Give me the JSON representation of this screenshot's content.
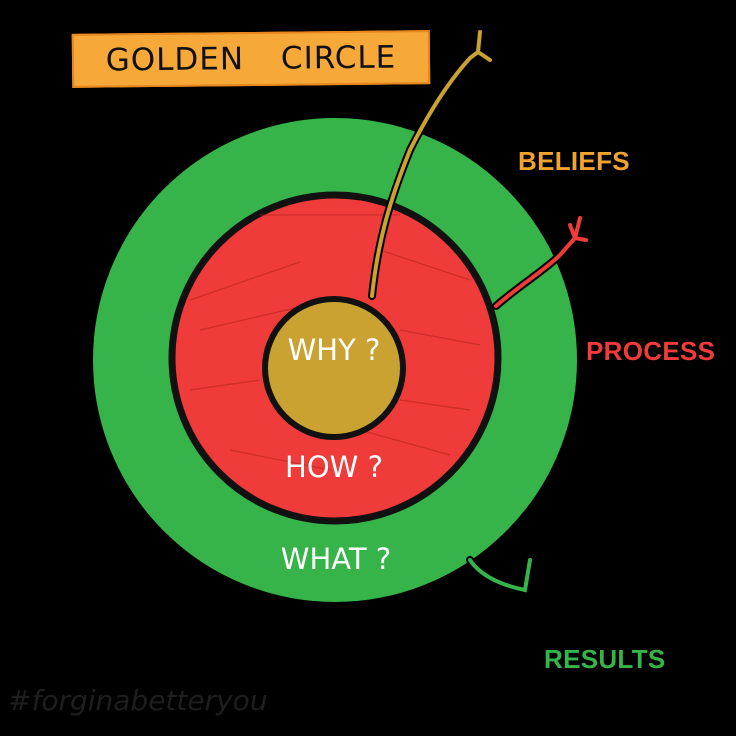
{
  "title": "GOLDEN CIRCLE",
  "rings": {
    "inner": {
      "label": "WHY ?",
      "color": "#c9a232"
    },
    "middle": {
      "label": "HOW ?",
      "color": "#ef3b39"
    },
    "outer": {
      "label": "WHAT ?",
      "color": "#36b44a"
    }
  },
  "annotations": {
    "beliefs": {
      "label": "BELIEFS",
      "color": "#f0a32e"
    },
    "process": {
      "label": "PROCESS",
      "color": "#ef3b39"
    },
    "results": {
      "label": "RESULTS",
      "color": "#36b44a"
    }
  },
  "title_box_color": "#f6a838",
  "watermark": "#forginabetteryou"
}
